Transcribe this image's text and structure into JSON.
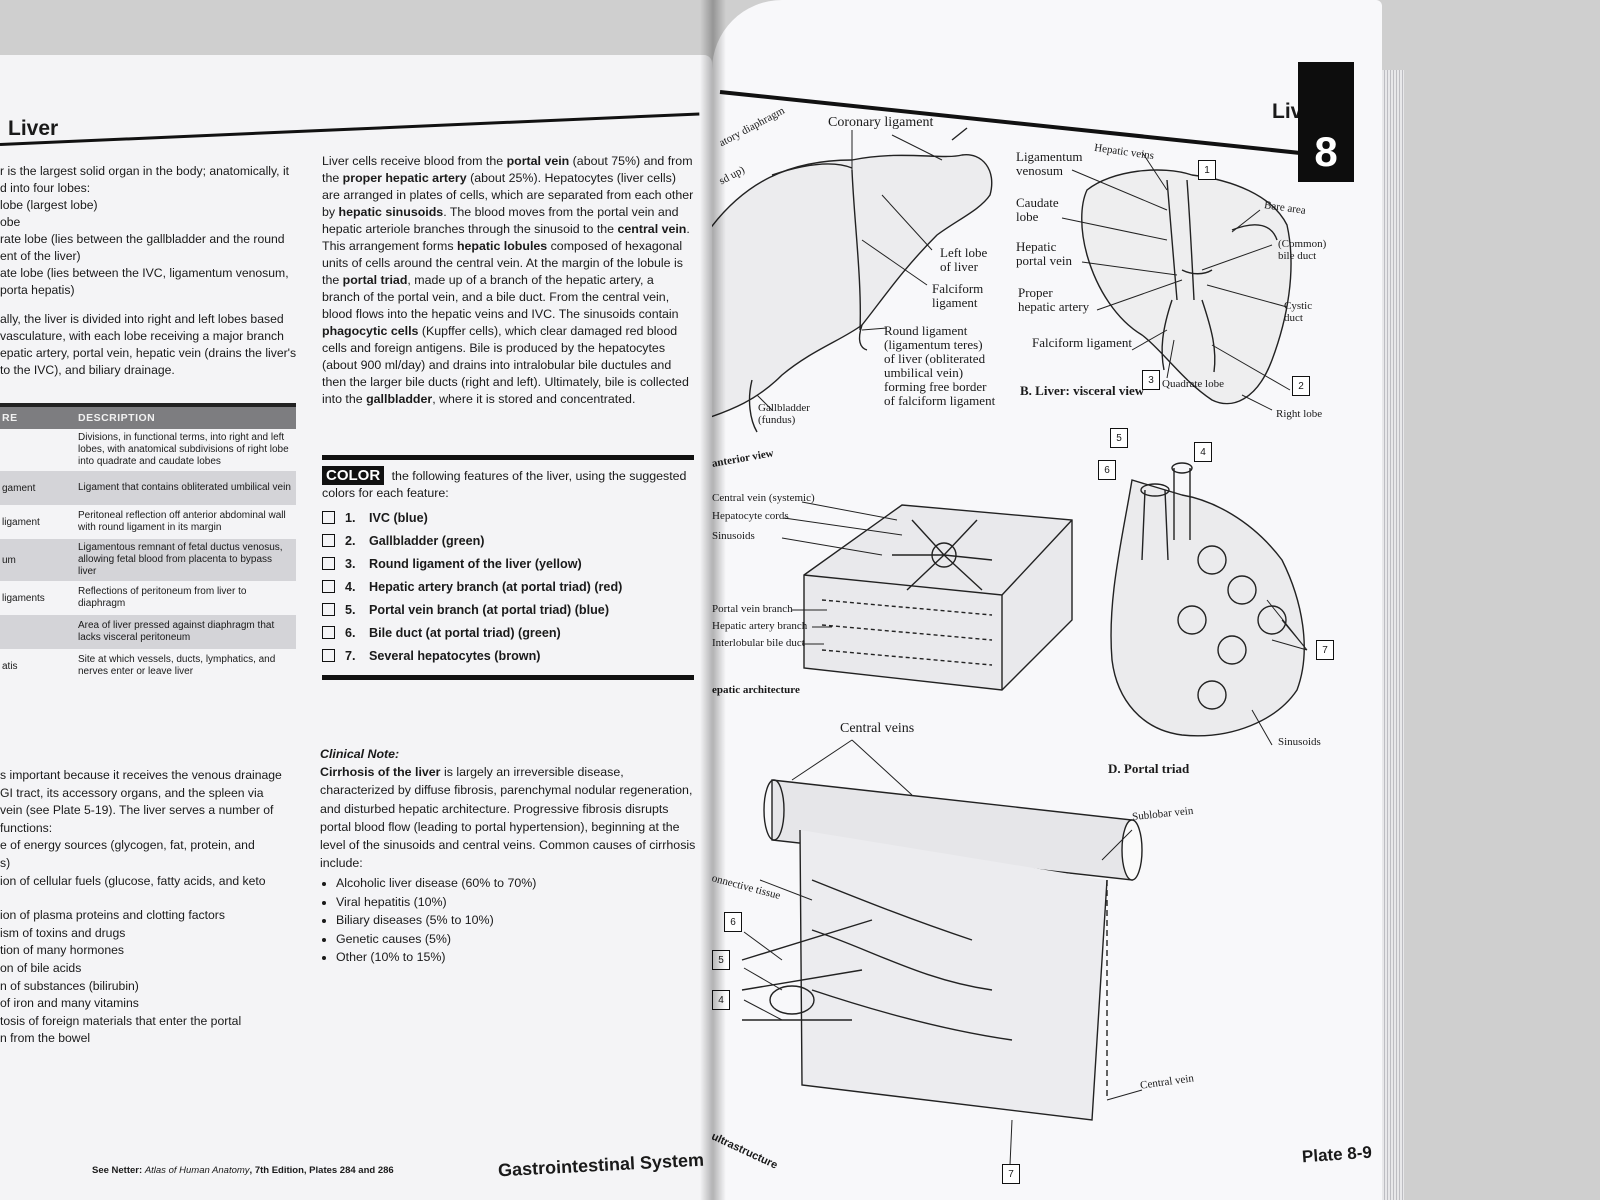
{
  "left_page": {
    "title": "Liver",
    "intro": [
      "r is the largest solid organ in the body; anatomically, it",
      "d into four lobes:",
      " lobe (largest lobe)",
      "obe",
      "rate lobe (lies between the gallbladder and the round",
      "ent of the liver)",
      "ate lobe (lies between the IVC, ligamentum venosum,",
      "porta hepatis)",
      "",
      "ally, the liver is divided into right and left lobes based",
      " vasculature, with each lobe receiving a major branch",
      "epatic artery, portal vein, hepatic vein (drains the liver's",
      "to the IVC), and biliary drainage."
    ],
    "table": {
      "headers": [
        "RE",
        "DESCRIPTION"
      ],
      "rows": [
        [
          "",
          "Divisions, in functional terms, into right and left lobes, with anatomical subdivisions of right lobe into quadrate and caudate lobes"
        ],
        [
          "gament",
          "Ligament that contains obliterated umbilical vein"
        ],
        [
          " ligament",
          "Peritoneal reflection off anterior abdominal wall with round ligament in its margin"
        ],
        [
          "um",
          "Ligamentous remnant of fetal ductus venosus, allowing fetal blood from placenta to bypass liver"
        ],
        [
          " ligaments",
          "Reflections of peritoneum from liver to diaphragm"
        ],
        [
          "",
          "Area of liver pressed against diaphragm that lacks visceral peritoneum"
        ],
        [
          "atis",
          "Site at which vessels, ducts, lymphatics, and nerves enter or leave liver"
        ]
      ]
    },
    "functions": [
      "s important because it receives the venous drainage",
      "GI tract, its accessory organs, and the spleen via",
      " vein (see Plate 5-19). The liver serves a number of",
      " functions:",
      "e of energy sources (glycogen, fat, protein, and",
      "s)",
      "ion of cellular fuels (glucose, fatty acids, and keto",
      "",
      "ion of plasma proteins and clotting factors",
      "ism of toxins and drugs",
      "tion of many hormones",
      "on of bile acids",
      "n of substances (bilirubin)",
      " of iron and many vitamins",
      "tosis of foreign materials that enter the portal",
      "n from the bowel"
    ],
    "body": {
      "p1": "Liver cells receive blood from the ",
      "b1": "portal vein",
      "p2": " (about 75%) and from the ",
      "b2": "proper hepatic artery",
      "p3": " (about 25%). Hepatocytes (liver cells) are arranged in plates of cells, which are separated from each other by ",
      "b3": "hepatic sinusoids",
      "p4": ". The blood moves from the portal vein and hepatic arteriole branches through the sinusoid to the ",
      "b4": "central vein",
      "p5": ". This arrangement forms ",
      "b5": "hepatic lobules",
      "p6": " composed of hexagonal units of cells around the central vein. At the margin of the lobule is the ",
      "b6": "portal triad",
      "p7": ", made up of a branch of the hepatic artery, a branch of the portal vein, and a bile duct. From the central vein, blood flows into the hepatic veins and IVC. The sinusoids contain ",
      "b7": "phagocytic cells",
      "p8": " (Kupffer cells), which clear damaged red blood cells and foreign antigens. Bile is produced by the hepatocytes (about 900 ml/day) and drains into intralobular bile ductules and then the larger bile ducts (right and left). Ultimately, bile is collected into the ",
      "b8": "gallbladder",
      "p9": ", where it is stored and concentrated."
    },
    "color_box": {
      "tag": "COLOR",
      "instruction": " the following features of the liver, using the suggested colors for each feature:",
      "items": [
        {
          "num": "1.",
          "text": "IVC (blue)"
        },
        {
          "num": "2.",
          "text": "Gallbladder (green)"
        },
        {
          "num": "3.",
          "text": "Round ligament of the liver (yellow)"
        },
        {
          "num": "4.",
          "text": "Hepatic artery branch (at portal triad) (red)"
        },
        {
          "num": "5.",
          "text": "Portal vein branch (at portal triad) (blue)"
        },
        {
          "num": "6.",
          "text": "Bile duct (at portal triad) (green)"
        },
        {
          "num": "7.",
          "text": "Several hepatocytes (brown)"
        }
      ]
    },
    "clinical": {
      "heading": "Clinical Note:",
      "lead": "Cirrhosis of the liver",
      "text": " is largely an irreversible disease, characterized by diffuse fibrosis, parenchymal nodular regeneration, and disturbed hepatic architecture. Progressive fibrosis disrupts portal blood flow (leading to portal hypertension), beginning at the level of the sinusoids and central veins. Common causes of cirrhosis include:",
      "causes": [
        "Alcoholic liver disease (60% to 70%)",
        "Viral hepatitis (10%)",
        "Biliary diseases (5% to 10%)",
        "Genetic causes (5%)",
        "Other (10% to 15%)"
      ]
    },
    "footer": {
      "see": "See Netter: ",
      "atlas": "Atlas of Human Anatomy",
      "edition": ", 7th Edition, Plates 284 and 286",
      "section": "Gastrointestinal System"
    }
  },
  "right_page": {
    "title": "Liver",
    "chapter": "8",
    "plate": "Plate 8-9",
    "labels": {
      "diaphragm": "atory diaphragm",
      "diaphragm2": "sd up)",
      "coronary": "Coronary ligament",
      "left_lobe": "Left lobe\nof liver",
      "falciform": "Falciform\nligament",
      "round": "Round ligament\n(ligamentum teres)\nof liver (obliterated\numbilical vein)\nforming free border\nof falciform ligament",
      "gallbladder": "Gallbladder\n(fundus)",
      "anterior": "anterior view",
      "lig_venosum": "Ligamentum\nvenosum",
      "hepatic_veins": "Hepatic veins",
      "caudate": "Caudate\nlobe",
      "hepatic_portal": "Hepatic\nportal vein",
      "proper_artery": "Proper\nhepatic artery",
      "falciform2": "Falciform ligament",
      "bare": "Bare area",
      "bile_duct": "(Common)\nbile duct",
      "cystic": "Cystic\nduct",
      "quadrate": "Quadrate lobe",
      "right_lobe": "Right lobe",
      "visceral": "B. Liver: visceral view",
      "central_systemic": "Central vein (systemic)",
      "hep_cords": "Hepatocyte cords",
      "sinusoids": "Sinusoids",
      "portal_branch": "Portal vein branch",
      "artery_branch": "Hepatic artery branch",
      "bile_interlob": "Interlobular bile duct",
      "architecture": "epatic architecture",
      "sinusoids2": "Sinusoids",
      "portal_triad": "D. Portal triad",
      "central_veins": "Central veins",
      "sublobar": "Sublobar vein",
      "connective": "onnective tissue",
      "central_vein": "Central vein",
      "ultrastructure": "ultrastructure",
      "n1": "1",
      "n2": "2",
      "n3": "3",
      "n4": "4",
      "n5": "5",
      "n6": "6",
      "n7": "7"
    }
  }
}
